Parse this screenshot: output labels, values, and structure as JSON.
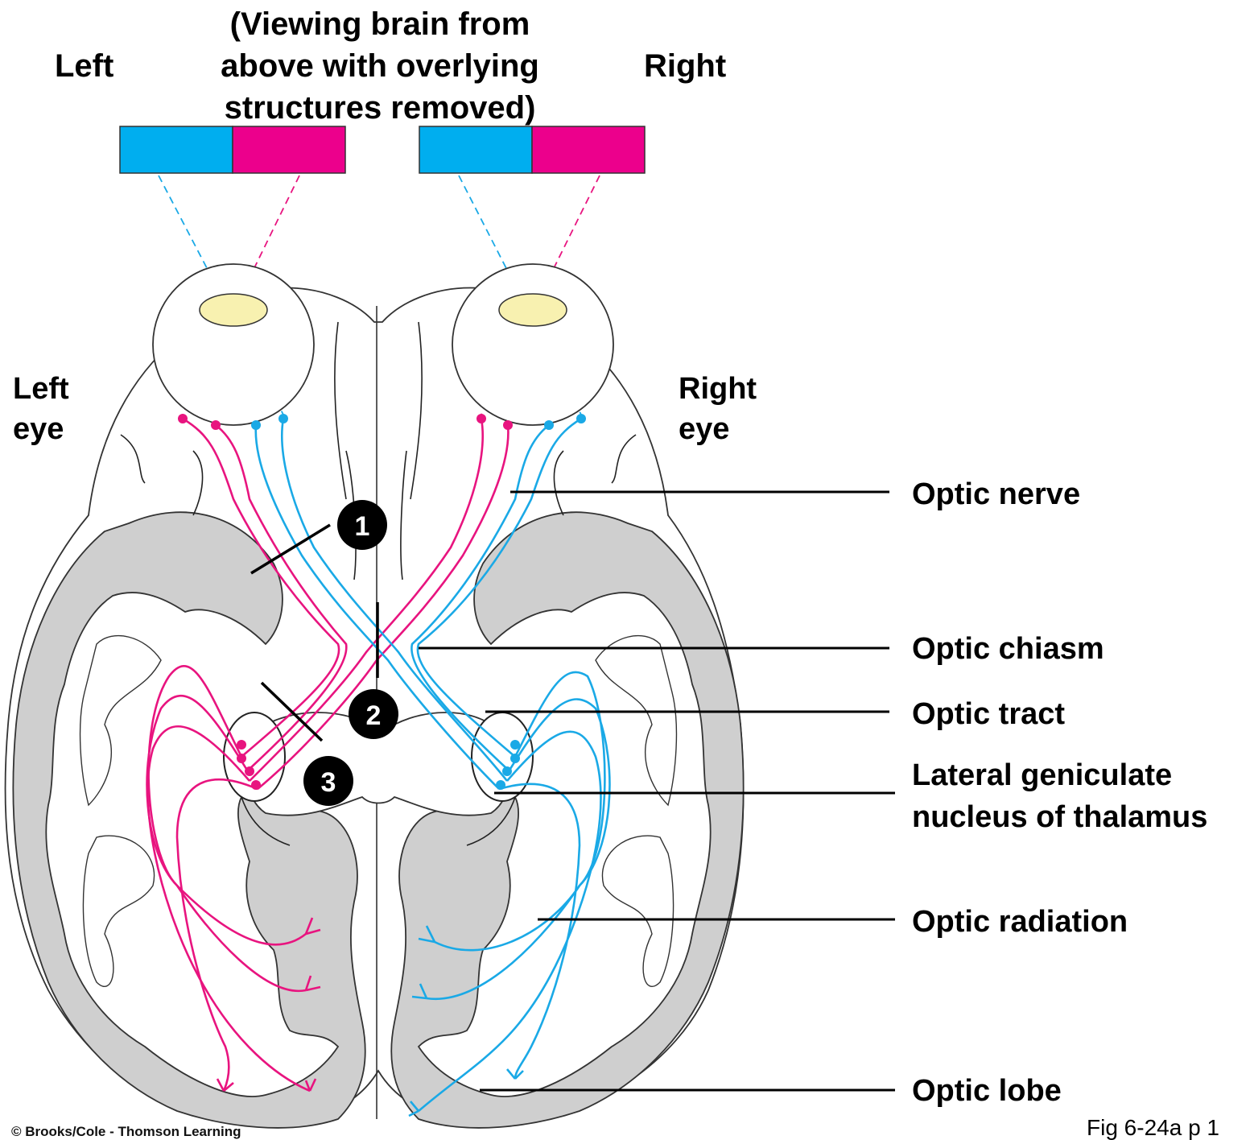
{
  "header": {
    "left": "Left",
    "right": "Right",
    "view_lines": [
      "(Viewing brain from",
      "above with overlying",
      "structures removed)"
    ]
  },
  "eyes": {
    "left_lines": [
      "Left",
      "eye"
    ],
    "right_lines": [
      "Right",
      "eye"
    ]
  },
  "labels": {
    "optic_nerve": "Optic nerve",
    "optic_chiasm": "Optic chiasm",
    "optic_tract": "Optic tract",
    "lgn_lines": [
      "Lateral geniculate",
      "nucleus of thalamus"
    ],
    "optic_radiation": "Optic radiation",
    "optic_lobe": "Optic lobe"
  },
  "lesion_markers": [
    "1",
    "2",
    "3"
  ],
  "footer": {
    "figure_ref": "Fig 6-24a p 1",
    "copyright": "© Brooks/Cole - Thomson Learning"
  },
  "colors": {
    "visual_field_blue": "#00aeef",
    "visual_field_pink": "#ec008c",
    "pathway_pink": "#e8147f",
    "pathway_blue": "#1aa9e6",
    "cortex_gray": "#cfcfcf",
    "lens_yellow": "#f8f1b0"
  }
}
